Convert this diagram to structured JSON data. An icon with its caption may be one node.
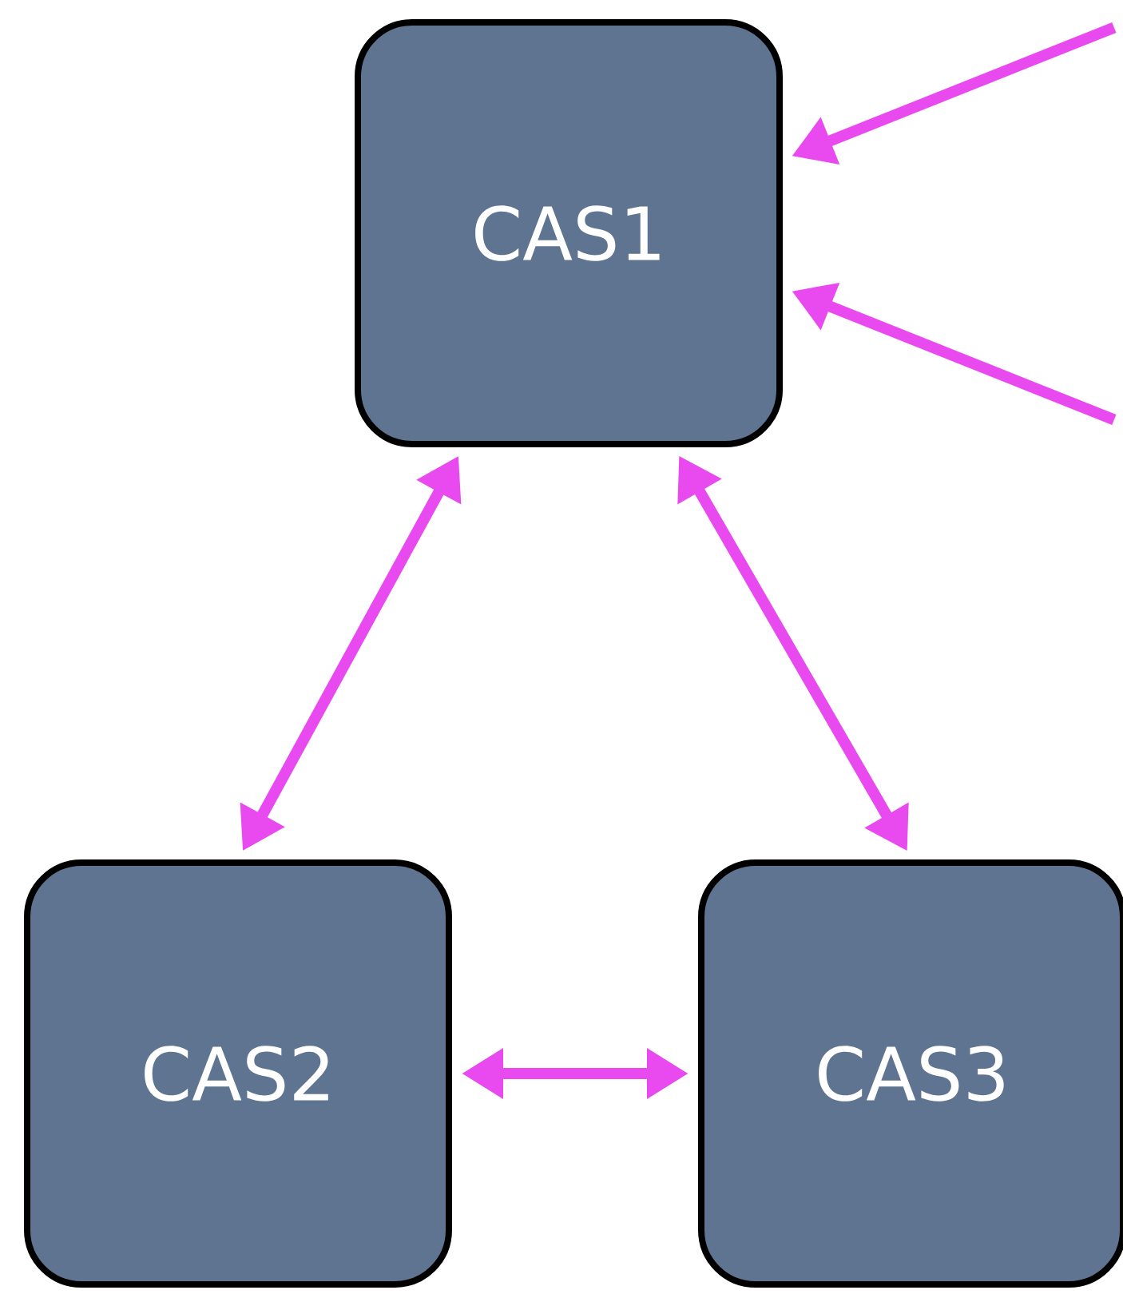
{
  "diagram": {
    "nodes": [
      {
        "text": [
          "CAS1"
        ]
      },
      {
        "text": [
          "CAS2"
        ]
      },
      {
        "text": [
          "CAS3"
        ]
      }
    ],
    "edges": [
      {
        "from": 0,
        "to": 1,
        "arrow": "both"
      },
      {
        "from": 0,
        "to": 2,
        "arrow": "both"
      },
      {
        "from": 1,
        "to": 2,
        "arrow": "both"
      },
      {
        "from": null,
        "to": 0,
        "arrow": "to"
      },
      {
        "from": null,
        "to": 0,
        "arrow": "to"
      }
    ]
  }
}
